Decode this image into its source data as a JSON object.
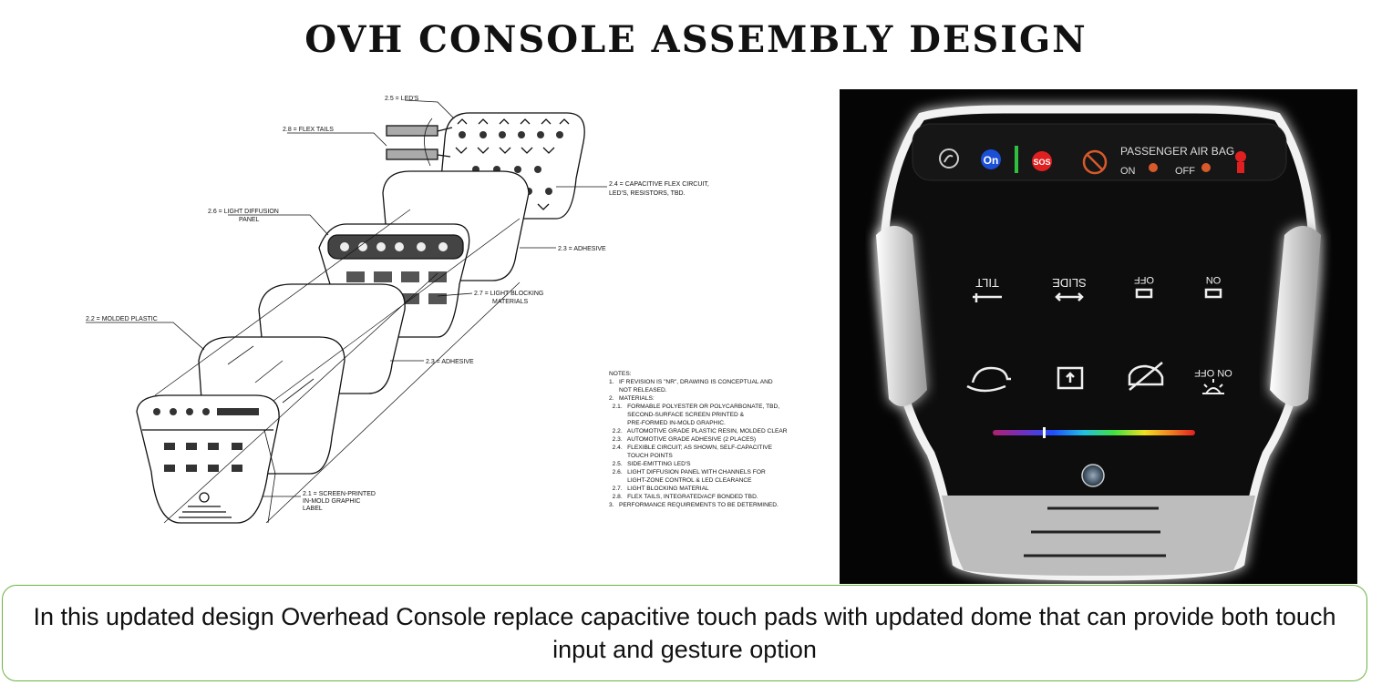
{
  "title": "OVH CONSOLE ASSEMBLY DESIGN",
  "diagram": {
    "callouts": {
      "leds": "2.5 = LED'S",
      "flex_tails": "2.8 = FLEX TAILS",
      "flex_circuit_1": "2.4 = CAPACITIVE FLEX CIRCUIT,",
      "flex_circuit_2": "LED'S, RESISTORS, TBD.",
      "diffusion_1": "2.6 = LIGHT DIFFUSION",
      "diffusion_2": "PANEL",
      "adhesive_top": "2.3 = ADHESIVE",
      "blocking_1": "2.7 = LIGHT BLOCKING",
      "blocking_2": "MATERIALS",
      "molded_plastic": "2.2 = MOLDED PLASTIC",
      "adhesive_mid": "2.3 = ADHESIVE",
      "screen_1": "2.1 = SCREEN-PRINTED",
      "screen_2": "IN-MOLD GRAPHIC",
      "screen_3": "LABEL"
    },
    "notes": [
      "NOTES:",
      "1.   IF REVISION IS \"NR\", DRAWING IS CONCEPTUAL AND",
      "      NOT RELEASED.",
      "2.   MATERIALS:",
      "  2.1.   FORMABLE POLYESTER OR POLYCARBONATE, TBD,",
      "           SECOND-SURFACE SCREEN PRINTED &",
      "           PRE-FORMED IN-MOLD GRAPHIC.",
      "  2.2.   AUTOMOTIVE GRADE PLASTIC RESIN, MOLDED CLEAR",
      "  2.3.   AUTOMOTIVE GRADE ADHESIVE (2 PLACES)",
      "  2.4.   FLEXIBLE CIRCUIT; AS SHOWN, SELF-CAPACITIVE",
      "           TOUCH POINTS",
      "  2.5.   SIDE-EMITTING LED'S",
      "  2.6.   LIGHT DIFFUSION PANEL WITH CHANNELS FOR",
      "           LIGHT-ZONE CONTROL & LED CLEARANCE",
      "  2.7.   LIGHT BLOCKING MATERIAL",
      "  2.8.   FLEX TAILS, INTEGRATED/ACF BONDED TBD.",
      "3.   PERFORMANCE REQUIREMENTS TO BE DETERMINED."
    ]
  },
  "console": {
    "onstar_label": "On",
    "sos_label": "SOS",
    "airbag_title": "PASSENGER AIR BAG",
    "airbag_on": "ON",
    "airbag_off": "OFF",
    "buttons_row1": [
      "TILT",
      "SLIDE",
      "OFF",
      "ON"
    ],
    "buttons_row2_last": "ON OFF",
    "icons_row2": [
      "car-lift-icon",
      "sunroof-vent-icon",
      "car-sunroof-off-icon",
      "dome-light-icon"
    ],
    "accent_onstar": "#1a4fd6",
    "accent_sos": "#e02020",
    "accent_airbag": "#d85a2a"
  },
  "caption": "In this updated design Overhead Console replace capacitive touch pads with updated dome that can provide both touch input and gesture option"
}
